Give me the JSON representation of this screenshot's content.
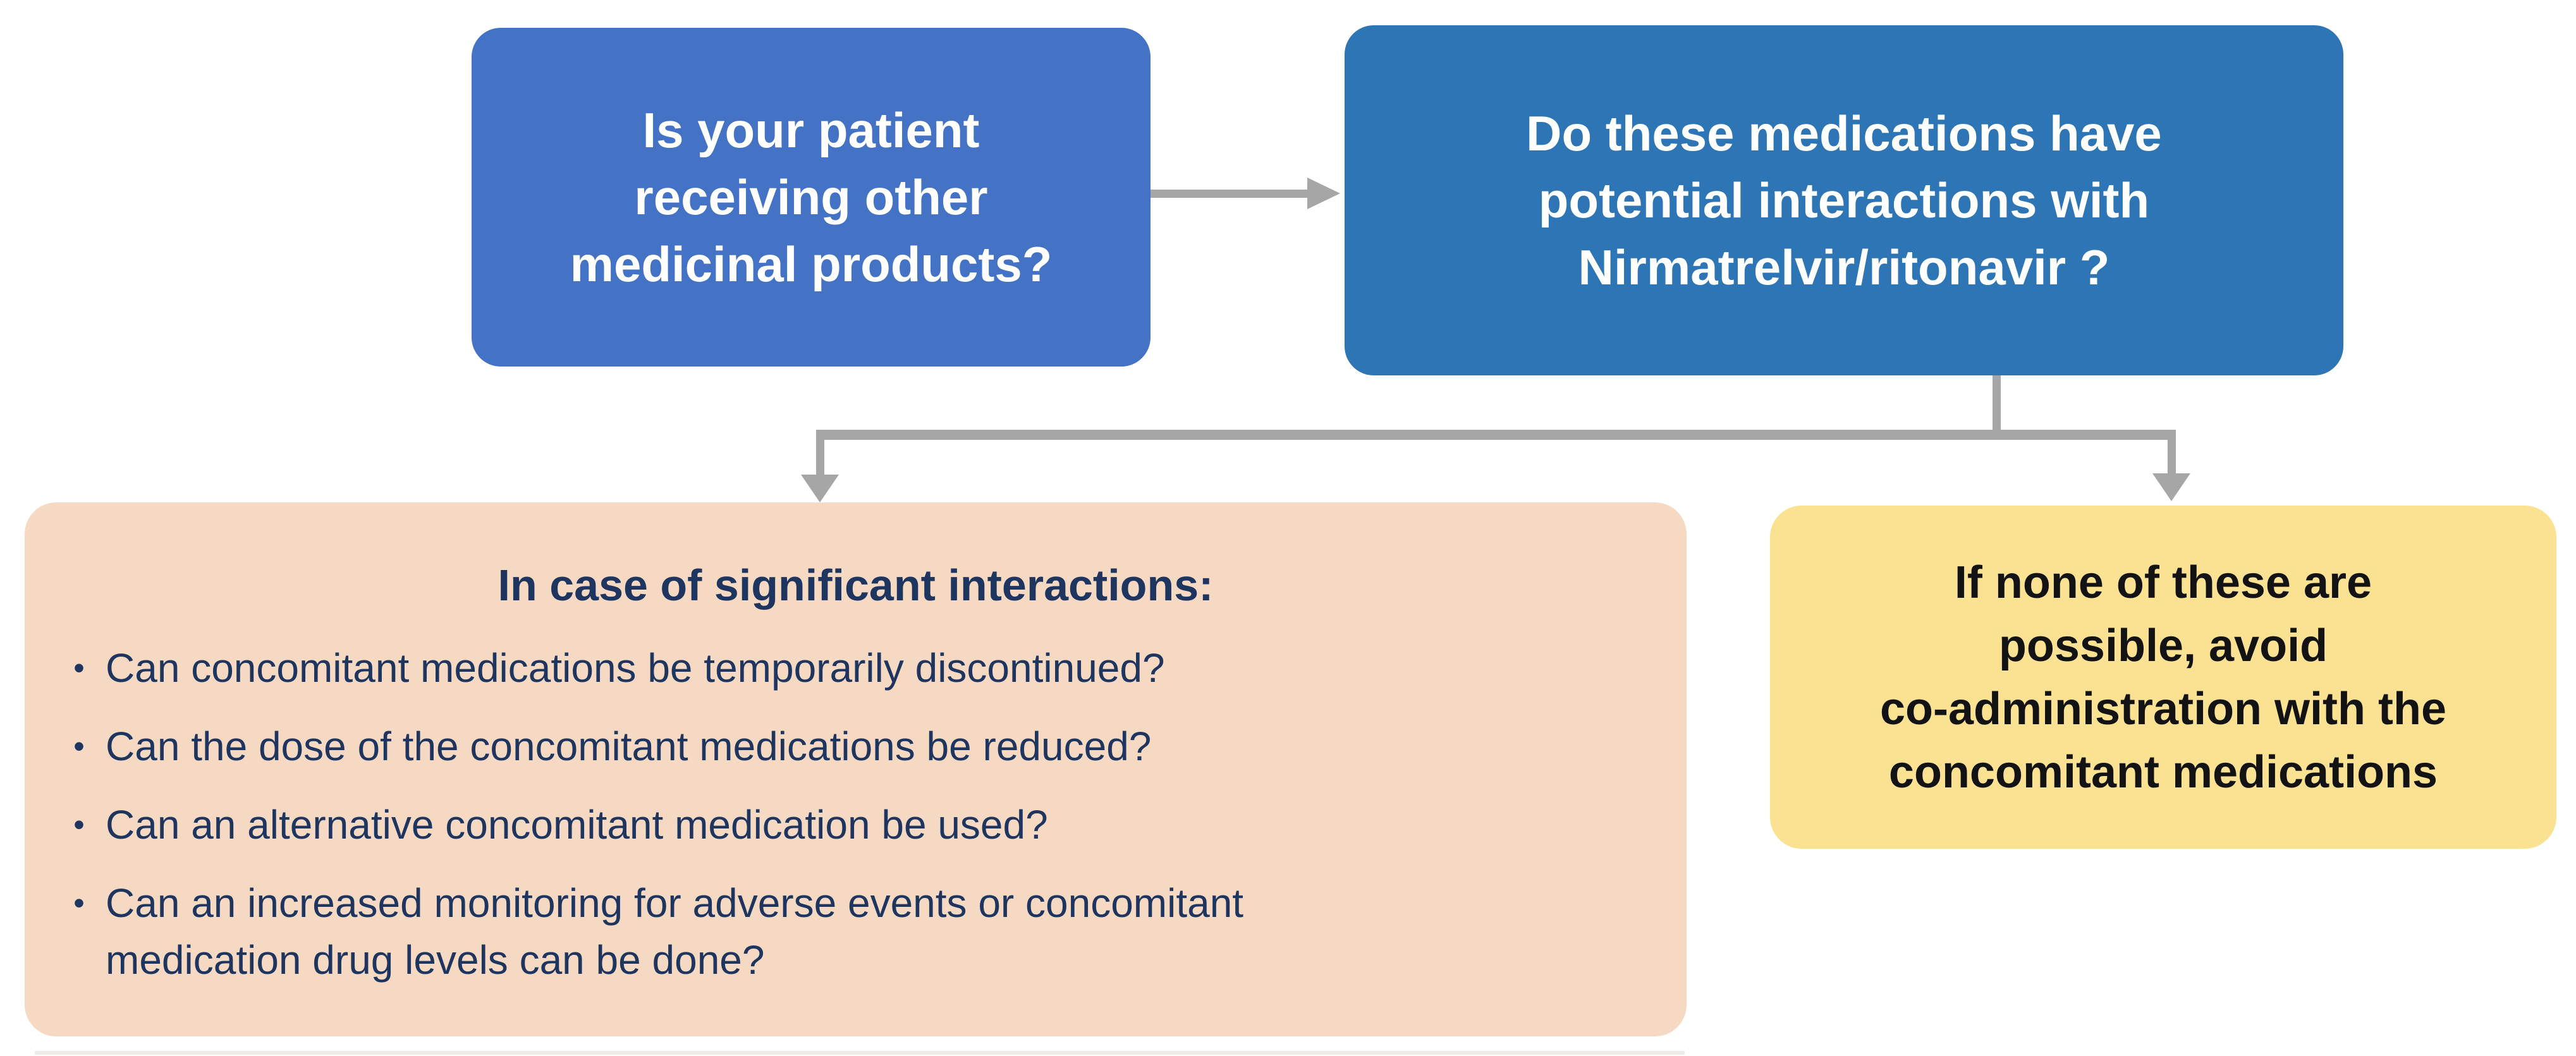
{
  "diagram": {
    "question_box_1": {
      "lines": [
        "Is your patient",
        "receiving other",
        "medicinal products?"
      ]
    },
    "question_box_2": {
      "lines": [
        "Do these medications have",
        "potential interactions with",
        "Nirmatrelvir/ritonavir ?"
      ]
    },
    "interactions_box": {
      "title": "In case of significant interactions:",
      "bullet_char": "•",
      "bullets": [
        {
          "lines": [
            "Can concomitant medications be temporarily discontinued?"
          ]
        },
        {
          "lines": [
            "Can the dose of the concomitant medications be reduced?"
          ]
        },
        {
          "lines": [
            "Can an alternative concomitant medication be used?"
          ]
        },
        {
          "lines": [
            "Can an increased monitoring for adverse events or concomitant",
            "medication drug levels can be done?"
          ]
        }
      ]
    },
    "avoid_box": {
      "lines": [
        "If none of these are",
        "possible, avoid",
        "co-administration with the",
        "concomitant medications"
      ]
    }
  },
  "colors": {
    "box1_bg": "#4472C4",
    "box2_bg": "#2E75B6",
    "interactions_bg": "#F6D9C3",
    "avoid_bg": "#FBE293",
    "question_text": "#FFFFFF",
    "interactions_text": "#1E3560",
    "avoid_text": "#131313",
    "connector": "#A6A6A6",
    "page_bg": "#FFFFFF"
  }
}
